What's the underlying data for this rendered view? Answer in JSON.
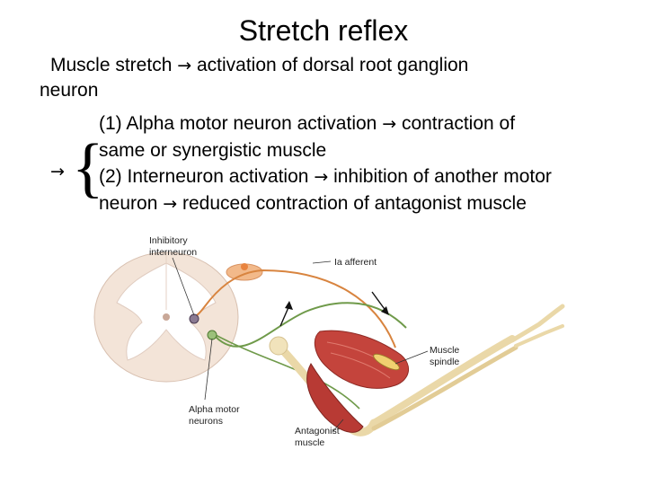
{
  "slide": {
    "title": "Stretch reflex",
    "line1_pre": "Muscle stretch",
    "arrow": "→",
    "line1_post": "activation of dorsal root ganglion",
    "line1_cont": "neuron",
    "item1_a_pre": "(1) Alpha motor neuron activation",
    "item1_a_post": "contraction of",
    "item1_b": "same or synergistic muscle",
    "item2_a_pre": "(2) Interneuron activation",
    "item2_a_post": "inhibition of another motor",
    "item2_b_pre": "neuron",
    "item2_b_post": "reduced contraction of antagonist muscle",
    "brace": "{"
  },
  "figure": {
    "label_inhibitory_1": "Inhibitory",
    "label_inhibitory_2": "interneuron",
    "label_afferent": "Ia afferent",
    "label_spindle_1": "Muscle",
    "label_spindle_2": "spindle",
    "label_alpha_1": "Alpha motor",
    "label_alpha_2": "neurons",
    "label_antagonist_1": "Antagonist",
    "label_antagonist_2": "muscle"
  },
  "icons": {
    "arrow": "arrow-right-icon",
    "brace": "curly-brace-icon"
  }
}
